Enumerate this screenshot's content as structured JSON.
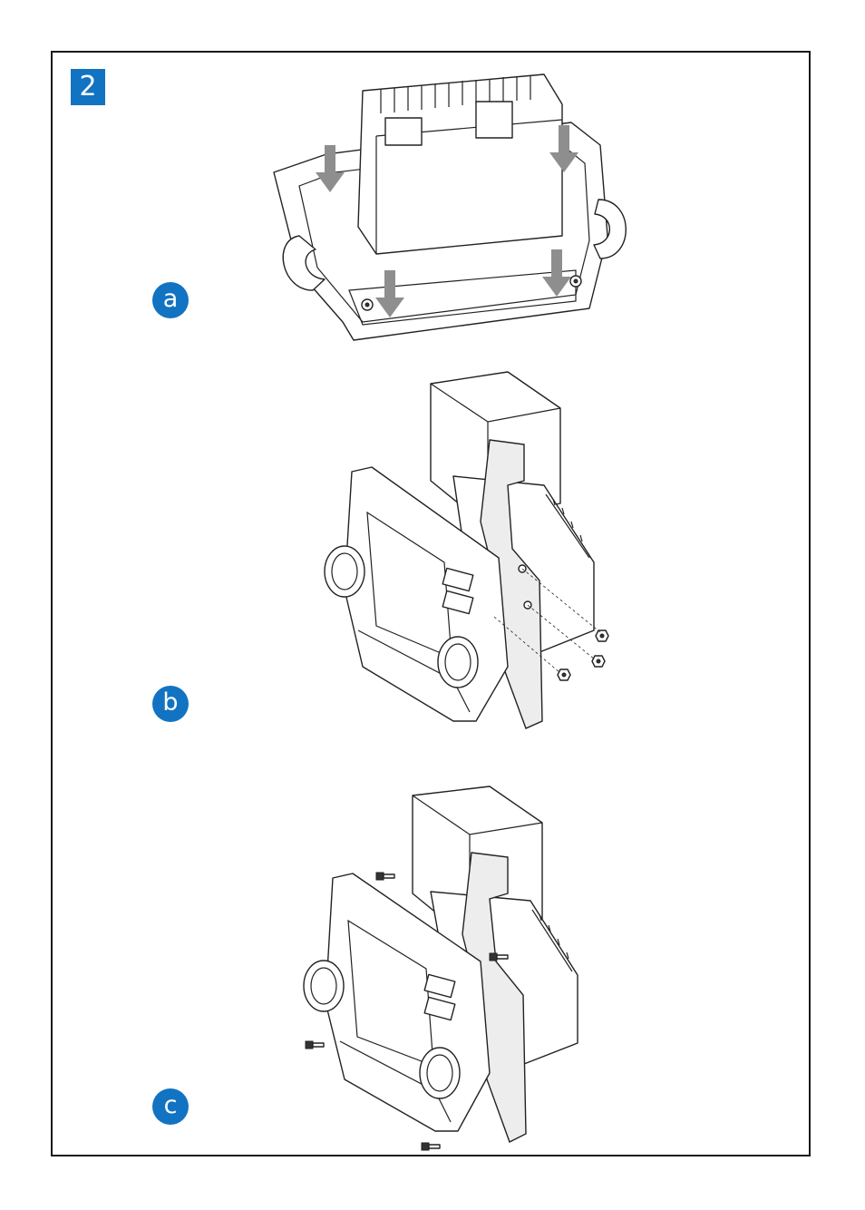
{
  "step": {
    "number": "2"
  },
  "substeps": [
    {
      "label": "a"
    },
    {
      "label": "b"
    },
    {
      "label": "c"
    }
  ],
  "colors": {
    "badge": "#1273c2",
    "frame": "#1a1a1a",
    "arrow": "#8e8e8e"
  },
  "icons": [
    "down-arrow-icon",
    "screw-icon"
  ]
}
